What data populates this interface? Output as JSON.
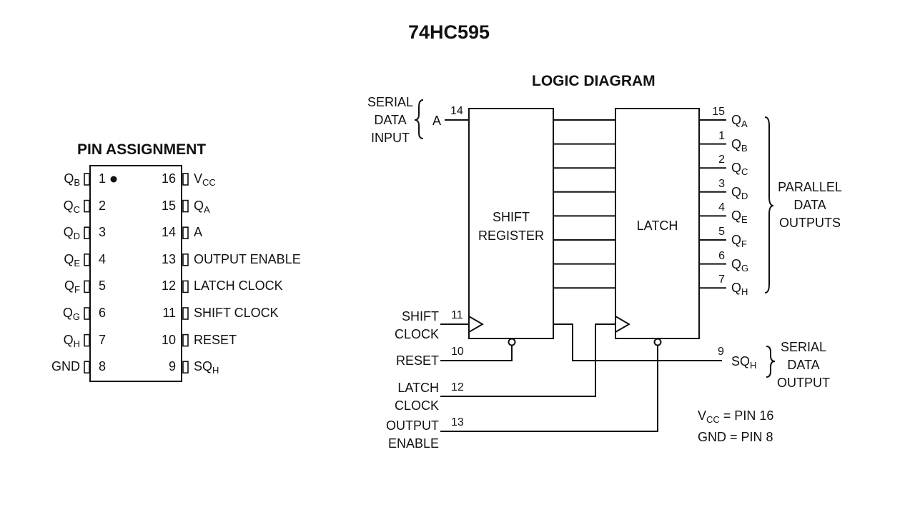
{
  "title": "74HC595",
  "pin_assignment": {
    "heading": "PIN ASSIGNMENT",
    "left_pins": [
      {
        "num": "1",
        "label": "Q",
        "sub": "B"
      },
      {
        "num": "2",
        "label": "Q",
        "sub": "C"
      },
      {
        "num": "3",
        "label": "Q",
        "sub": "D"
      },
      {
        "num": "4",
        "label": "Q",
        "sub": "E"
      },
      {
        "num": "5",
        "label": "Q",
        "sub": "F"
      },
      {
        "num": "6",
        "label": "Q",
        "sub": "G"
      },
      {
        "num": "7",
        "label": "Q",
        "sub": "H"
      },
      {
        "num": "8",
        "label": "GND",
        "sub": ""
      }
    ],
    "right_pins": [
      {
        "num": "16",
        "label": "V",
        "sub": "CC"
      },
      {
        "num": "15",
        "label": "Q",
        "sub": "A"
      },
      {
        "num": "14",
        "label": "A",
        "sub": ""
      },
      {
        "num": "13",
        "label": "OUTPUT ENABLE",
        "sub": ""
      },
      {
        "num": "12",
        "label": "LATCH CLOCK",
        "sub": ""
      },
      {
        "num": "11",
        "label": "SHIFT CLOCK",
        "sub": ""
      },
      {
        "num": "10",
        "label": "RESET",
        "sub": ""
      },
      {
        "num": "9",
        "label": "SQ",
        "sub": "H"
      }
    ]
  },
  "logic": {
    "heading": "LOGIC DIAGRAM",
    "serial_in": {
      "line1": "SERIAL",
      "line2": "DATA",
      "line3": "INPUT",
      "pin_label": "A",
      "pin_num": "14"
    },
    "shift_register": {
      "line1": "SHIFT",
      "line2": "REGISTER"
    },
    "latch": {
      "label": "LATCH"
    },
    "outputs": [
      {
        "num": "15",
        "label": "Q",
        "sub": "A"
      },
      {
        "num": "1",
        "label": "Q",
        "sub": "B"
      },
      {
        "num": "2",
        "label": "Q",
        "sub": "C"
      },
      {
        "num": "3",
        "label": "Q",
        "sub": "D"
      },
      {
        "num": "4",
        "label": "Q",
        "sub": "E"
      },
      {
        "num": "5",
        "label": "Q",
        "sub": "F"
      },
      {
        "num": "6",
        "label": "Q",
        "sub": "G"
      },
      {
        "num": "7",
        "label": "Q",
        "sub": "H"
      }
    ],
    "parallel": {
      "line1": "PARALLEL",
      "line2": "DATA",
      "line3": "OUTPUTS"
    },
    "shift_clock": {
      "line1": "SHIFT",
      "line2": "CLOCK",
      "num": "11"
    },
    "reset": {
      "label": "RESET",
      "num": "10"
    },
    "latch_clock": {
      "line1": "LATCH",
      "line2": "CLOCK",
      "num": "12"
    },
    "output_enable": {
      "line1": "OUTPUT",
      "line2": "ENABLE",
      "num": "13"
    },
    "serial_out": {
      "num": "9",
      "label": "SQ",
      "sub": "H",
      "line1": "SERIAL",
      "line2": "DATA",
      "line3": "OUTPUT"
    },
    "power_note": {
      "vcc_label": "V",
      "vcc_sub": "CC",
      "vcc_rest": " = PIN 16",
      "gnd": "GND = PIN 8"
    }
  }
}
